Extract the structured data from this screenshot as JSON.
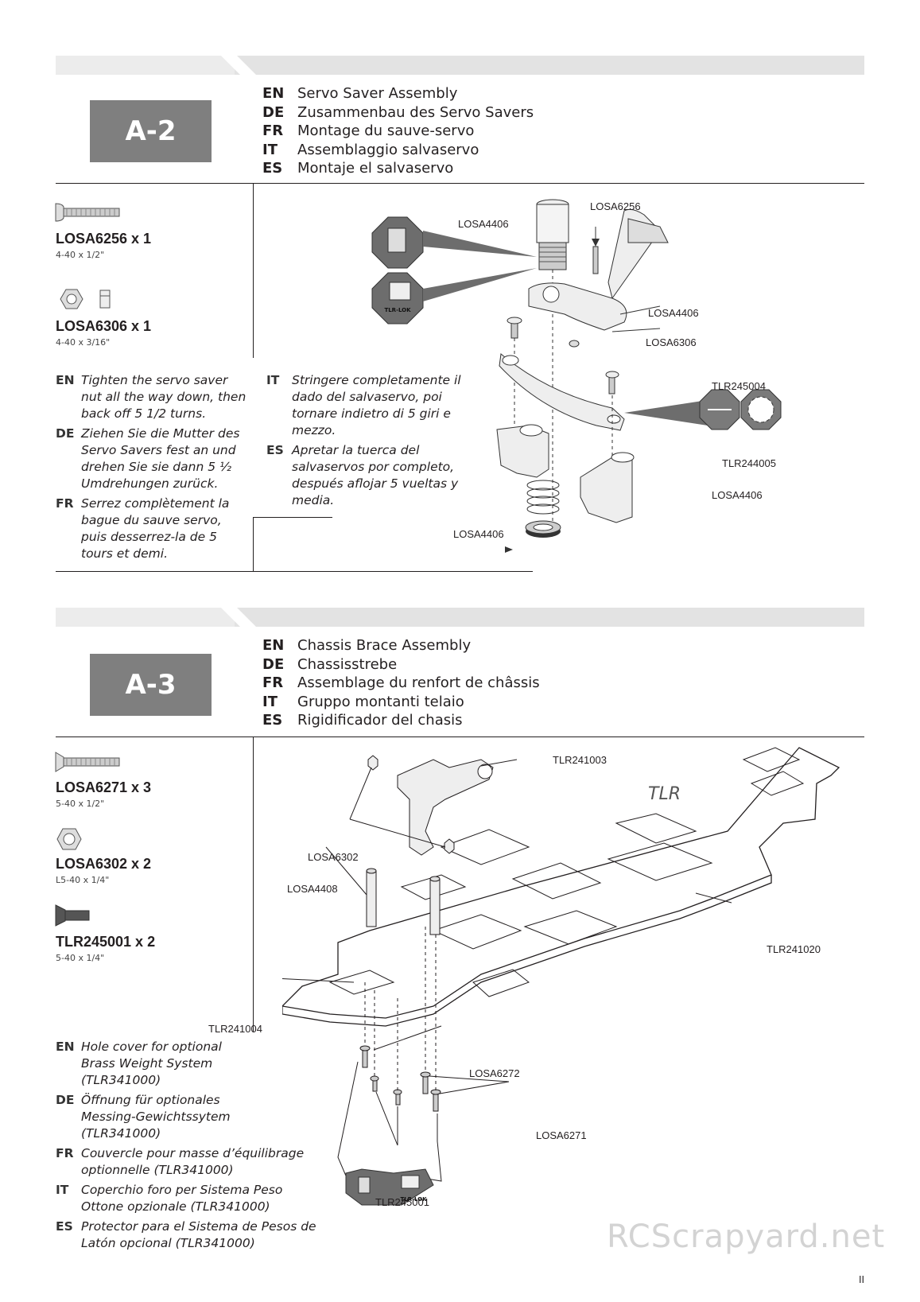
{
  "page_number": "II",
  "watermark": "RCScrapyard.net",
  "sections": [
    {
      "step": "A-2",
      "titles": [
        {
          "lang": "EN",
          "text": "Servo Saver Assembly"
        },
        {
          "lang": "DE",
          "text": "Zusammenbau des Servo Savers"
        },
        {
          "lang": "FR",
          "text": "Montage du sauve-servo"
        },
        {
          "lang": "IT",
          "text": "Assemblaggio salvaservo"
        },
        {
          "lang": "ES",
          "text": "Montaje el salvaservo"
        }
      ],
      "parts": [
        {
          "name": "LOSA6256 x 1",
          "size": "4-40 x 1/2\"",
          "icon": "button-head-screw-icon"
        },
        {
          "name": "LOSA6306 x 1",
          "size": "4-40 x 3/16\"",
          "icon": "lock-nut-icon"
        }
      ],
      "notes_left": [
        {
          "lang": "EN",
          "text": "Tighten the servo saver nut all the way down, then back off 5 1/2 turns."
        },
        {
          "lang": "DE",
          "text": "Ziehen Sie die Mutter des Servo Savers fest an und drehen Sie sie dann 5 ½ Umdrehungen zurück."
        },
        {
          "lang": "FR",
          "text": "Serrez complètement la bague du sauve servo, puis desserrez-la de 5 tours et demi."
        }
      ],
      "notes_right": [
        {
          "lang": "IT",
          "text": "Stringere completamente il dado del salvaservo, poi tornare indietro di 5 giri e mezzo."
        },
        {
          "lang": "ES",
          "text": "Apretar la tuerca del salvaservos por completo, después aflojar 5 vueltas y media."
        }
      ],
      "callouts": [
        "LOSA6256",
        "LOSA4406",
        "LOSA4406",
        "LOSA6306",
        "TLR245004",
        "TLR244005",
        "LOSA4406",
        "LOSA4406"
      ],
      "badge_text": "TLR-LOK"
    },
    {
      "step": "A-3",
      "titles": [
        {
          "lang": "EN",
          "text": "Chassis Brace Assembly"
        },
        {
          "lang": "DE",
          "text": "Chassisstrebe"
        },
        {
          "lang": "FR",
          "text": "Assemblage du renfort de châssis"
        },
        {
          "lang": "IT",
          "text": "Gruppo montanti telaio"
        },
        {
          "lang": "ES",
          "text": "Rigidificador del chasis"
        }
      ],
      "parts": [
        {
          "name": "LOSA6271 x 3",
          "size": "5-40 x 1/2\"",
          "icon": "flat-head-screw-icon"
        },
        {
          "name": "LOSA6302 x 2",
          "size": "L5-40 x 1/4\"",
          "icon": "lock-nut-icon"
        },
        {
          "name": "TLR245001 x 2",
          "size": "5-40 x 1/4\"",
          "icon": "flat-head-screw-icon"
        }
      ],
      "notes": [
        {
          "lang": "EN",
          "text": "Hole cover for optional Brass Weight System (TLR341000)"
        },
        {
          "lang": "DE",
          "text": "Öffnung für optionales Messing-Gewichtssytem (TLR341000)"
        },
        {
          "lang": "FR",
          "text": "Couvercle pour masse d’équilibrage optionnelle (TLR341000)"
        },
        {
          "lang": "IT",
          "text": "Coperchio foro per Sistema Peso Ottone opzionale (TLR341000)"
        },
        {
          "lang": "ES",
          "text": "Protector para el Sistema de Pesos de Latón opcional (TLR341000)"
        }
      ],
      "callouts": [
        "TLR241003",
        "LOSA6302",
        "LOSA4408",
        "TLR241020",
        "TLR241004",
        "LOSA6272",
        "LOSA6271",
        "TLR245001"
      ],
      "badge_text": "TLR-LOK"
    }
  ]
}
